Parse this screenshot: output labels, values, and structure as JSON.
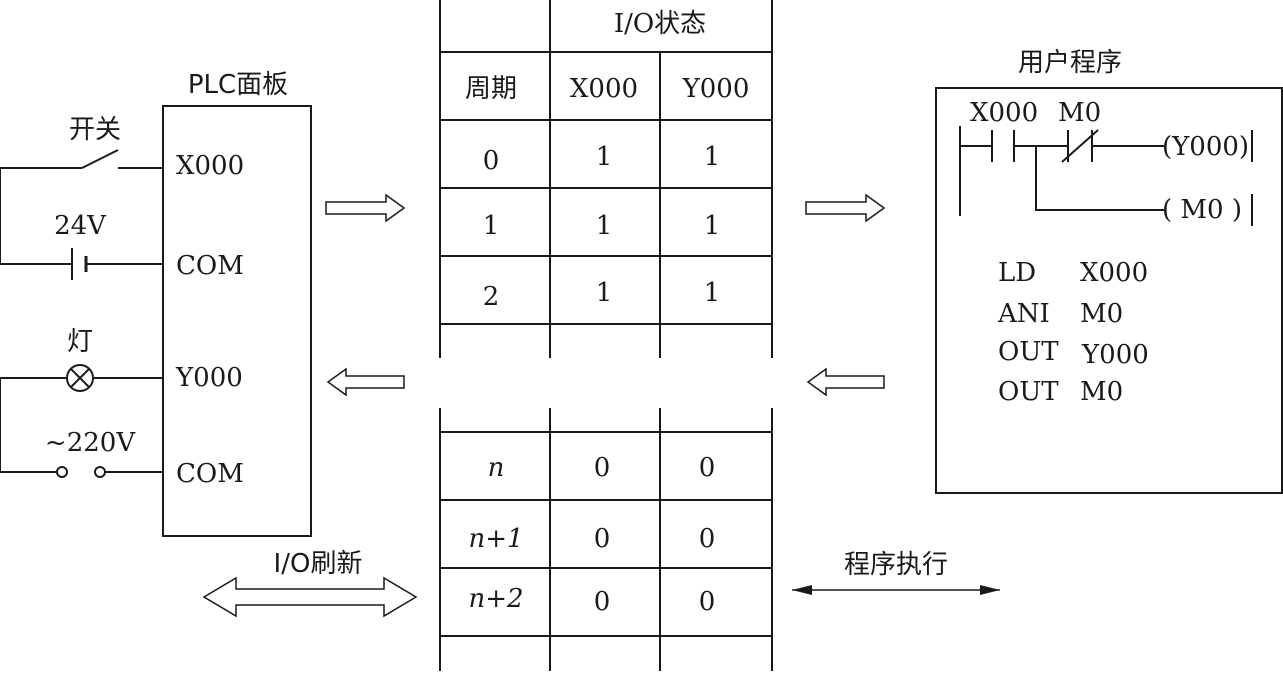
{
  "panel": {
    "title": "PLC面板",
    "terminals": [
      "X000",
      "COM",
      "Y000",
      "COM"
    ]
  },
  "circuit": {
    "switch_label": "开关",
    "battery_label": "24V",
    "lamp_label": "灯",
    "ac_label": "~220V"
  },
  "io_table": {
    "header_group": "I/O状态",
    "col_headers": [
      "周期",
      "X000",
      "Y000"
    ],
    "rows_top": [
      [
        "0",
        "1",
        "1"
      ],
      [
        "1",
        "1",
        "1"
      ],
      [
        "2",
        "1",
        "1"
      ]
    ],
    "rows_bottom": [
      [
        "n",
        "0",
        "0"
      ],
      [
        "n+1",
        "0",
        "0"
      ],
      [
        "n+2",
        "0",
        "0"
      ]
    ]
  },
  "program": {
    "title": "用户程序",
    "ladder": {
      "contact1": "X000",
      "contact2": "M0",
      "coil1": "(Y000)",
      "coil2": "( M0 )"
    },
    "instructions": [
      [
        "LD",
        "X000"
      ],
      [
        "ANI",
        "M0"
      ],
      [
        "OUT",
        "Y000"
      ],
      [
        "OUT",
        "M0"
      ]
    ]
  },
  "arrows": {
    "io_refresh": "I/O刷新",
    "program_exec": "程序执行"
  }
}
